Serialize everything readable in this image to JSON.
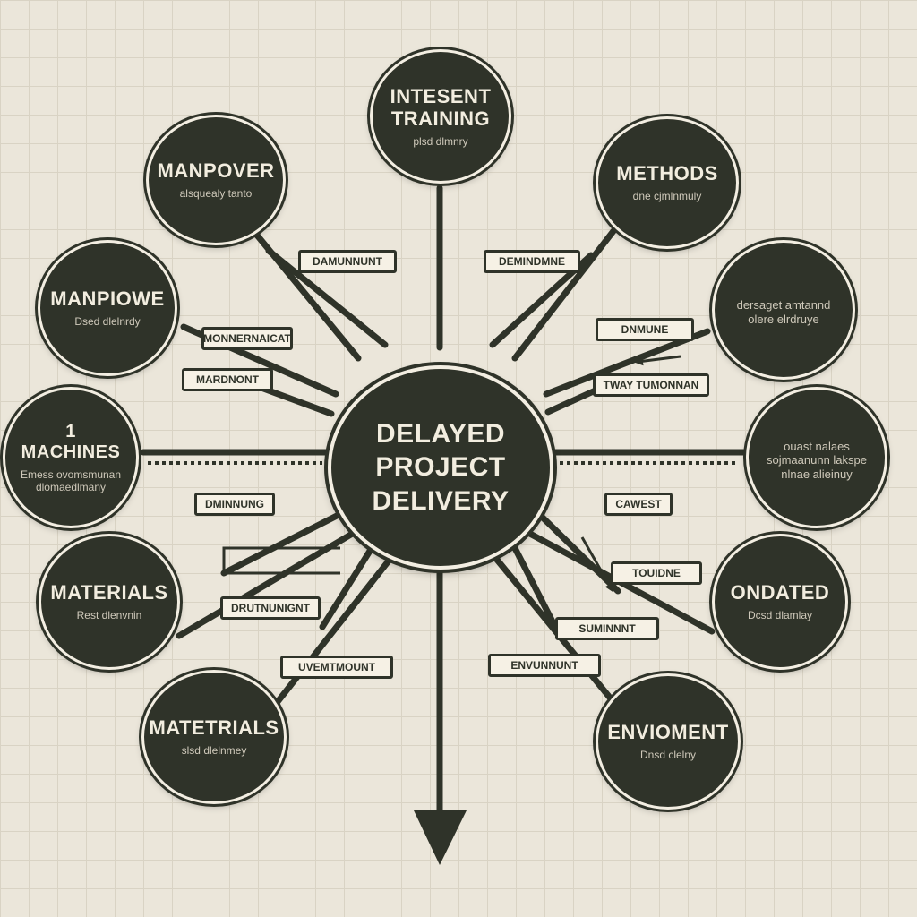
{
  "center": {
    "title": "DELAYED\nPROJECT\nDELIVERY"
  },
  "nodes": {
    "training": {
      "title": "INTESENT\nTRAINING",
      "sub": "plsd dlmnry"
    },
    "manpover": {
      "title": "MANPOVER",
      "sub": "alsquealy tanto"
    },
    "methods": {
      "title": "METHODS",
      "sub": "dne cjmlnmuly"
    },
    "manpiowe": {
      "title": "MANPIOWE",
      "sub": "Dsed dlelnrdy"
    },
    "right_upper": {
      "title": "",
      "sub": "dersaget amtannd\nolere elrdruye"
    },
    "machines": {
      "title": "1 MACHINES",
      "sub": "Emess ovomsmunan\ndlomaedlmany"
    },
    "right_middle": {
      "title": "",
      "sub": "ouast nalaes\nsojmaanunn lakspe\nnlnae alieinuy"
    },
    "materials_upper": {
      "title": "MATERIALS",
      "sub": "Rest dlenvnin"
    },
    "ondated": {
      "title": "ONDATED",
      "sub": "Dcsd dlamlay"
    },
    "materials_lower": {
      "title": "MATETRIALS",
      "sub": "slsd dlelnmey"
    },
    "enviroment": {
      "title": "ENVIOMENT",
      "sub": "Dnsd clelny"
    }
  },
  "labels": {
    "l1": "DAMUNNUNT",
    "l2": "DEMINDMNE",
    "l3": "MONNERNAICAT",
    "l4": "DNMUNE",
    "l5": "MARDNONT",
    "l6": "TWAY TUMONNAN",
    "l7": "DMINNUNG",
    "l8": "CAWEST",
    "l9": "TOUIDNE",
    "l10": "DRUTNUNIGNT",
    "l11": "SUMINNNT",
    "l12": "UVEMTMOUNT",
    "l13": "ENVUNNUNT"
  },
  "colors": {
    "background": "#ebe6da",
    "node_fill": "#2f3329",
    "node_text": "#f2eddf",
    "label_fill": "#f6f1e5",
    "line": "#2f3329"
  }
}
